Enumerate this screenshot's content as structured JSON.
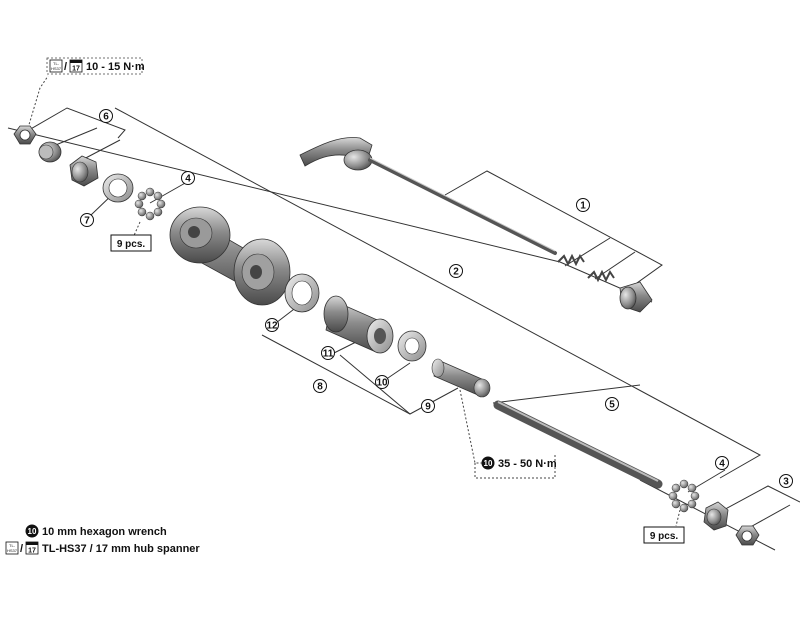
{
  "callouts": {
    "c1": "1",
    "c2": "2",
    "c3": "3",
    "c4a": "4",
    "c4b": "4",
    "c5": "5",
    "c6": "6",
    "c7": "7",
    "c8": "8",
    "c9": "9",
    "c10": "10",
    "c11": "11",
    "c12": "12"
  },
  "torque": {
    "locknut": "10 - 15 N·m",
    "freehub": "35 - 50 N·m"
  },
  "tool_icons": {
    "tl_text": "TL-HS37",
    "spanner_size": "17",
    "hex_size": "10",
    "separator": "/"
  },
  "pcs_labels": {
    "left": "9 pcs.",
    "right": "9 pcs."
  },
  "legend": {
    "hex": "10 mm hexagon wrench",
    "spanner": "TL-HS37 / 17 mm hub spanner"
  },
  "colors": {
    "part_dark": "#5a5a5a",
    "part_mid": "#8a8a8a",
    "part_light": "#c4c4c4",
    "line": "#333333"
  }
}
